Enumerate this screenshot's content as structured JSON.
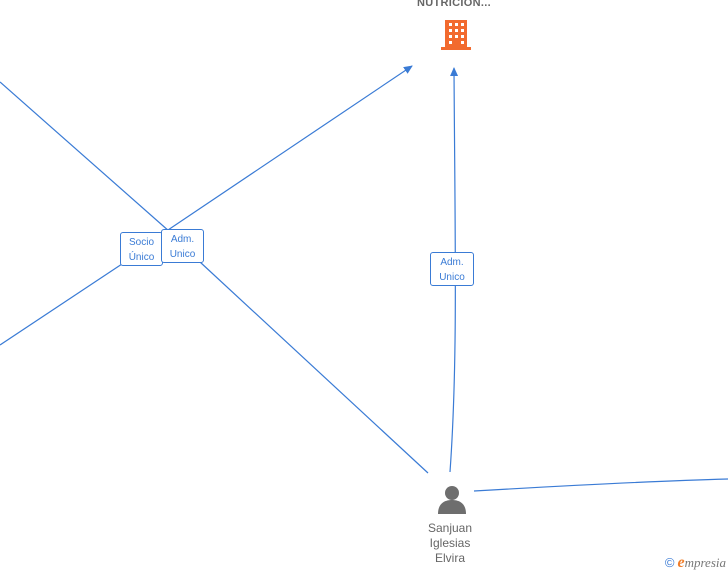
{
  "colors": {
    "edge": "#3a7bd5",
    "company_icon": "#f26a2e",
    "person_icon": "#6e6e6e",
    "text": "#666666",
    "brand_accent": "#f07e2b"
  },
  "company_node": {
    "title": "NUTRICION...",
    "icon": "building-icon"
  },
  "person_node": {
    "icon": "person-icon",
    "name_lines": [
      "Sanjuan",
      "Iglesias",
      "Elvira"
    ]
  },
  "edge_labels": [
    {
      "line1": "Socio",
      "line2": "Único"
    },
    {
      "line1": "Adm.",
      "line2": "Unico"
    },
    {
      "line1": "Adm.",
      "line2": "Unico"
    }
  ],
  "footer": {
    "copyright_symbol": "©",
    "brand_first": "e",
    "brand_rest": "mpresia"
  }
}
